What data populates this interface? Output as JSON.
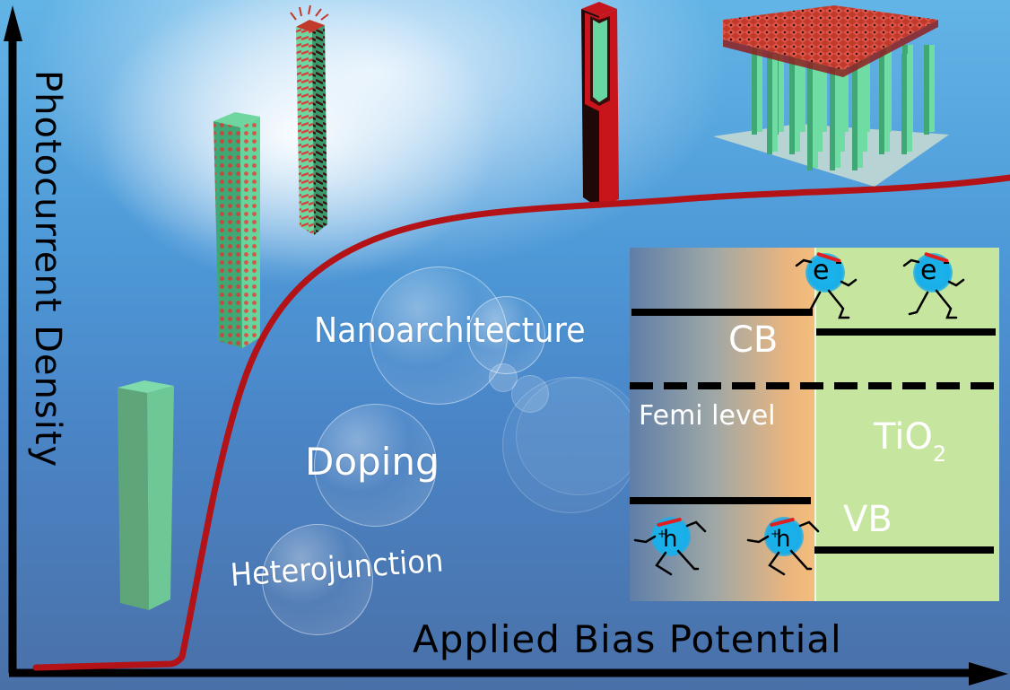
{
  "figure": {
    "type": "graphical-abstract",
    "y_axis_label": "Photocurrent Density",
    "x_axis_label": "Applied Bias Potential",
    "curve_color": "#b31217",
    "strategies": [
      {
        "label": "Heterojunction"
      },
      {
        "label": "Doping"
      },
      {
        "label": "Nanoarchitecture"
      }
    ],
    "structures": [
      {
        "name": "bare-nanorod",
        "description": "plain green nanorod"
      },
      {
        "name": "doped-nanorod",
        "description": "green nanorod with red dopant dots"
      },
      {
        "name": "branched-nanorod",
        "description": "green nanorod with red branches"
      },
      {
        "name": "core-shell-nanorod",
        "description": "green core with red/black shell"
      },
      {
        "name": "nanorod-array",
        "description": "green nanorod array under red 3D layered framework on substrate"
      }
    ]
  },
  "band_diagram": {
    "cb_label": "CB",
    "vb_label": "VB",
    "fermi_label": "Femi level",
    "material_label": "TiO",
    "material_subscript": "2",
    "electron_symbol": "e",
    "hole_symbol": "h",
    "colors": {
      "left_start": "#5f7ea8",
      "left_end": "#f4bd7c",
      "right": "#c6e6a0",
      "carrier": "#19b4ec",
      "headband": "#e02020"
    }
  }
}
